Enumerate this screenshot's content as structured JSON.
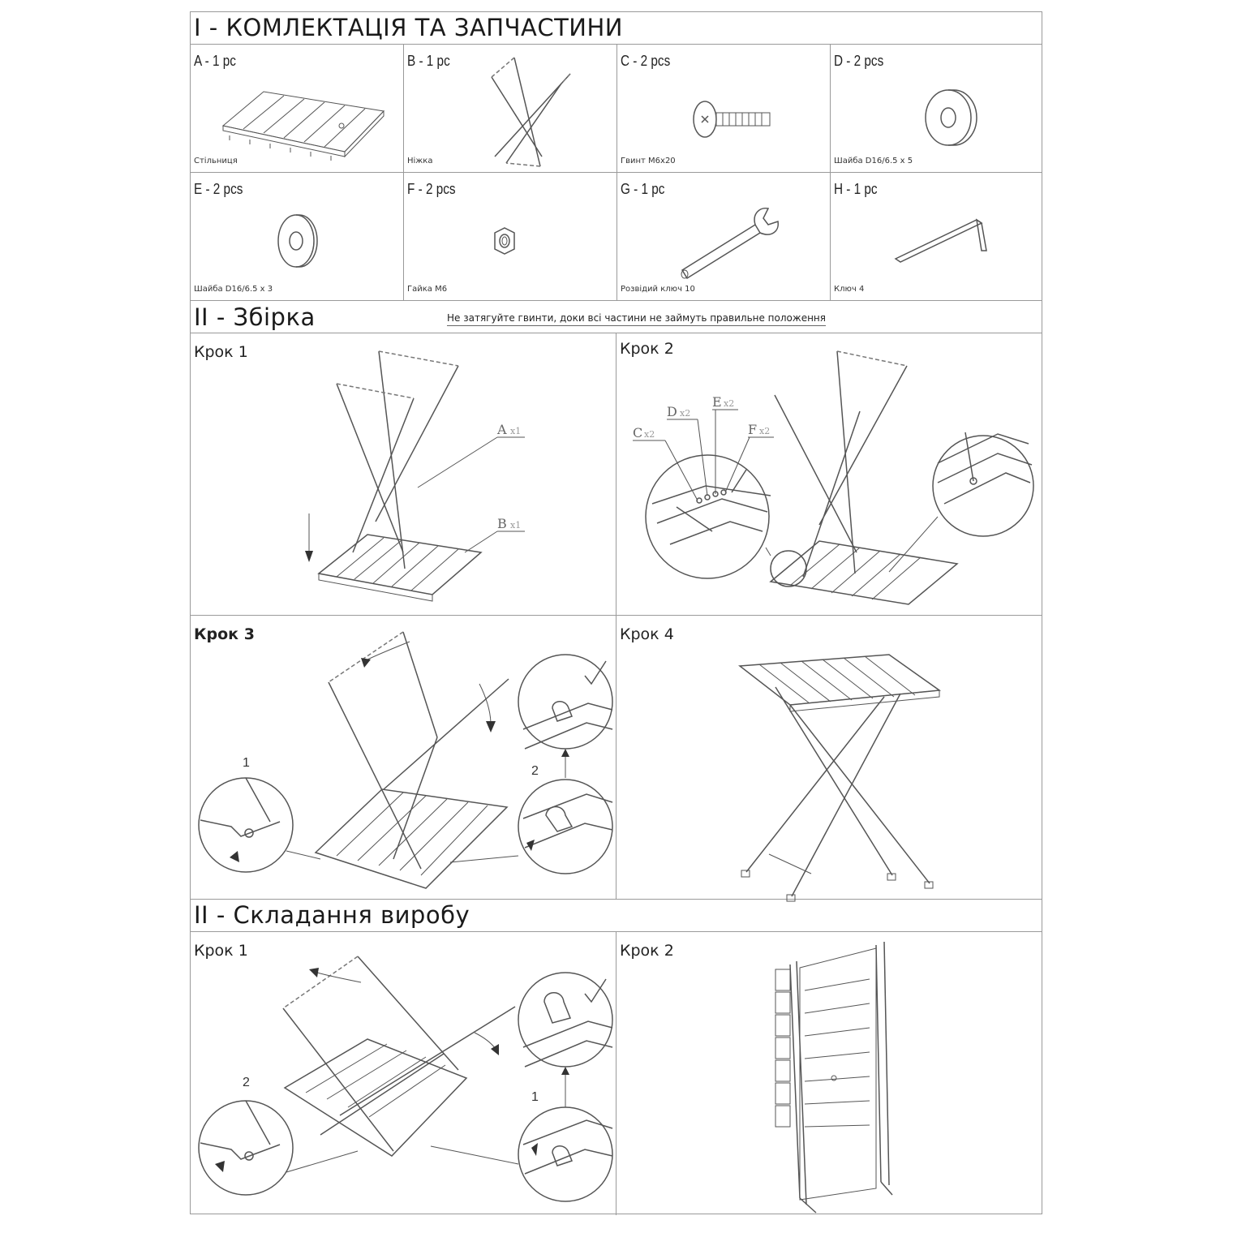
{
  "section1": {
    "title": "І - КОМЛЕКТАЦІЯ ТА ЗАПЧАСТИНИ",
    "parts": [
      {
        "count": "A - 1 pc",
        "caption": "Стільниця",
        "icon": "tabletop-icon"
      },
      {
        "count": "B - 1 pc",
        "caption": "Ніжка",
        "icon": "leg-frame-icon"
      },
      {
        "count": "C - 2 pcs",
        "caption": "Гвинт М6х20",
        "icon": "screw-icon"
      },
      {
        "count": "D - 2 pcs",
        "caption": "Шайба D16/6.5 x 5",
        "icon": "washer-thick-icon"
      },
      {
        "count": "E - 2 pcs",
        "caption": "Шайба D16/6.5 x 3",
        "icon": "washer-thin-icon"
      },
      {
        "count": "F - 2 pcs",
        "caption": "Гайка М6",
        "icon": "nut-icon"
      },
      {
        "count": "G - 1 pc",
        "caption": "Розвідий ключ 10",
        "icon": "wrench-icon"
      },
      {
        "count": "H - 1 pc",
        "caption": "Ключ 4",
        "icon": "hex-key-icon"
      }
    ]
  },
  "section2": {
    "title": "ІІ - Збірка",
    "note": "Не затягуйте гвинти, доки всі частини не займуть правильне положення",
    "steps": [
      {
        "label": "Крок 1",
        "callouts": [
          "A",
          "x1",
          "B",
          "x1"
        ]
      },
      {
        "label": "Крок 2",
        "callouts": [
          "C",
          "x2",
          "D",
          "x2",
          "E",
          "x2",
          "F",
          "x2"
        ]
      },
      {
        "label": "Крок 3",
        "markers": [
          "1",
          "2"
        ]
      },
      {
        "label": "Крок 4"
      }
    ]
  },
  "section3": {
    "title": "ІІ - Складання виробу",
    "steps": [
      {
        "label": "Крок 1",
        "markers": [
          "2",
          "1"
        ]
      },
      {
        "label": "Крок 2"
      }
    ]
  }
}
